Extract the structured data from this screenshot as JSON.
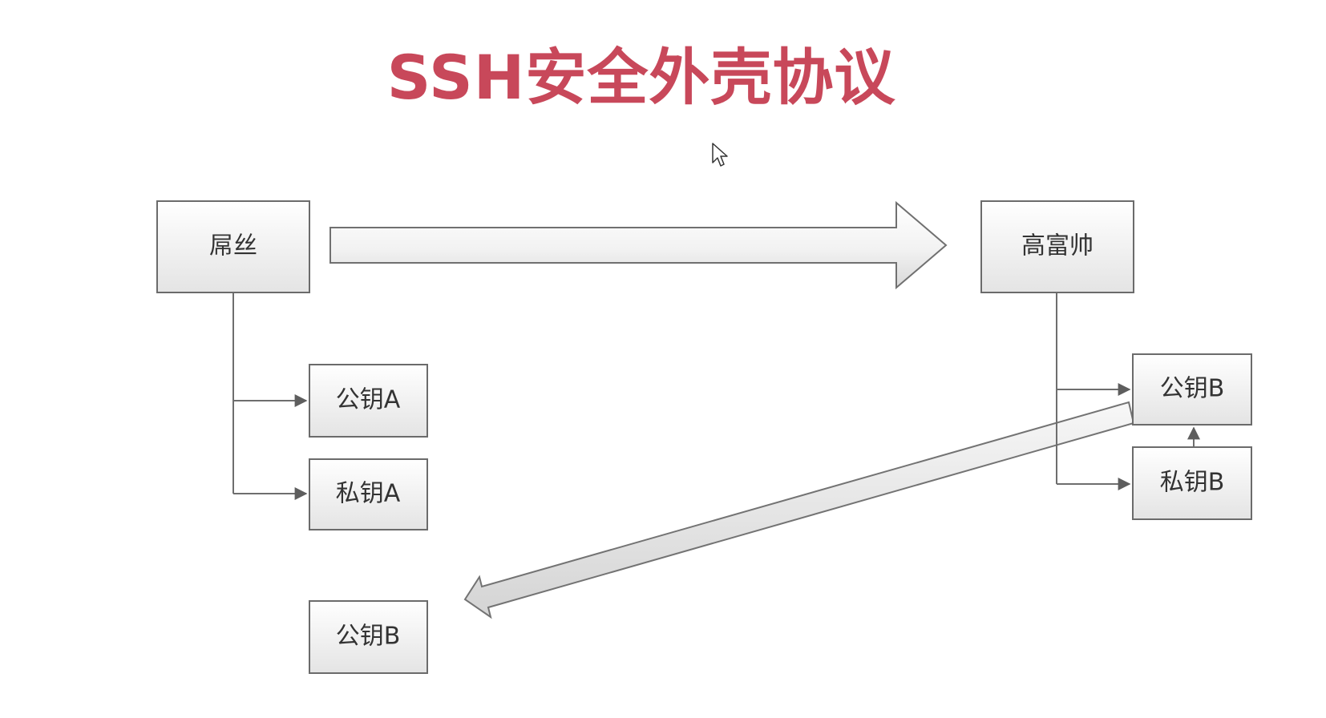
{
  "title": "SSH安全外壳协议",
  "colors": {
    "title": "#c8485a",
    "node_border": "#6b6b6b",
    "node_fill_top": "#ffffff",
    "node_fill_bottom": "#e4e4e4",
    "connector": "#6e6e6e"
  },
  "nodes": {
    "client": "屌丝",
    "server": "高富帅",
    "client_public_key": "公钥A",
    "client_private_key": "私钥A",
    "server_public_key": "公钥B",
    "server_private_key": "私钥B",
    "received_public_key": "公钥B"
  },
  "icons": {
    "cursor": "mouse-pointer-icon"
  }
}
